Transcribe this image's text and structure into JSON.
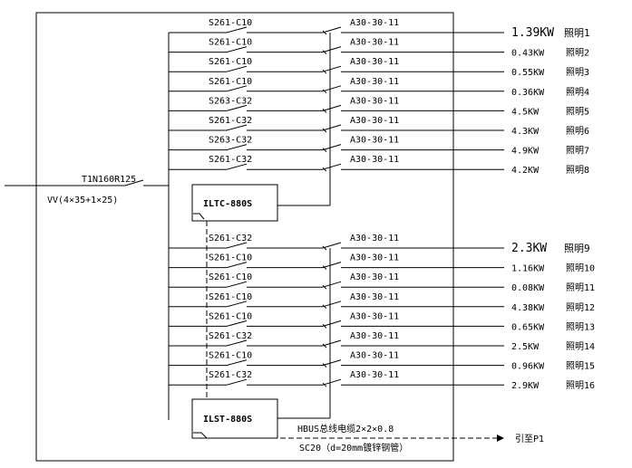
{
  "incoming": {
    "breaker": "T1N160R125",
    "cable": "VV(4×35+1×25)"
  },
  "group1": {
    "controller": "ILTC-880S",
    "circuits": [
      {
        "breaker": "S261-C10",
        "contactor": "A30-30-11",
        "load": "1.39KW",
        "name": "照明1"
      },
      {
        "breaker": "S261-C10",
        "contactor": "A30-30-11",
        "load": "0.43KW",
        "name": "照明2"
      },
      {
        "breaker": "S261-C10",
        "contactor": "A30-30-11",
        "load": "0.55KW",
        "name": "照明3"
      },
      {
        "breaker": "S261-C10",
        "contactor": "A30-30-11",
        "load": "0.36KW",
        "name": "照明4"
      },
      {
        "breaker": "S263-C32",
        "contactor": "A30-30-11",
        "load": "4.5KW",
        "name": "照明5"
      },
      {
        "breaker": "S261-C32",
        "contactor": "A30-30-11",
        "load": "4.3KW",
        "name": "照明6"
      },
      {
        "breaker": "S263-C32",
        "contactor": "A30-30-11",
        "load": "4.9KW",
        "name": "照明7"
      },
      {
        "breaker": "S261-C32",
        "contactor": "A30-30-11",
        "load": "4.2KW",
        "name": "照明8"
      }
    ]
  },
  "group2": {
    "controller": "ILST-880S",
    "circuits": [
      {
        "breaker": "S261-C32",
        "contactor": "A30-30-11",
        "load": "2.3KW",
        "name": "照明9"
      },
      {
        "breaker": "S261-C10",
        "contactor": "A30-30-11",
        "load": "1.16KW",
        "name": "照明10"
      },
      {
        "breaker": "S261-C10",
        "contactor": "A30-30-11",
        "load": "0.08KW",
        "name": "照明11"
      },
      {
        "breaker": "S261-C10",
        "contactor": "A30-30-11",
        "load": "4.38KW",
        "name": "照明12"
      },
      {
        "breaker": "S261-C10",
        "contactor": "A30-30-11",
        "load": "0.65KW",
        "name": "照明13"
      },
      {
        "breaker": "S261-C32",
        "contactor": "A30-30-11",
        "load": "2.5KW",
        "name": "照明14"
      },
      {
        "breaker": "S261-C10",
        "contactor": "A30-30-11",
        "load": "0.96KW",
        "name": "照明15"
      },
      {
        "breaker": "S261-C32",
        "contactor": "A30-30-11",
        "load": "2.9KW",
        "name": "照明16"
      }
    ]
  },
  "bus": {
    "cable": "HBUS总线电缆2×2×0.8",
    "conduit": "SC20（d=20mm镀锌钢管）",
    "destination": "引至P1"
  }
}
